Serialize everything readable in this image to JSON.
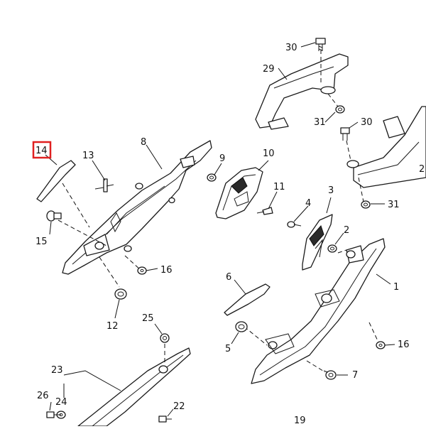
{
  "diagram": {
    "title": "Side cover exploded parts diagram",
    "highlight_color": "#e02020",
    "callouts": {
      "c1": "1",
      "c2": "2",
      "c3": "3",
      "c4": "4",
      "c5": "5",
      "c6": "6",
      "c7": "7",
      "c8": "8",
      "c9": "9",
      "c10": "10",
      "c11": "11",
      "c12": "12",
      "c13": "13",
      "c14": "14",
      "c15": "15",
      "c16a": "16",
      "c16b": "16",
      "c19": "19",
      "c22": "22",
      "c23": "23",
      "c24": "24",
      "c25": "25",
      "c26": "26",
      "c29": "29",
      "c30a": "30",
      "c30b": "30",
      "c31a": "31",
      "c31b": "31",
      "c2edge": "2"
    }
  }
}
